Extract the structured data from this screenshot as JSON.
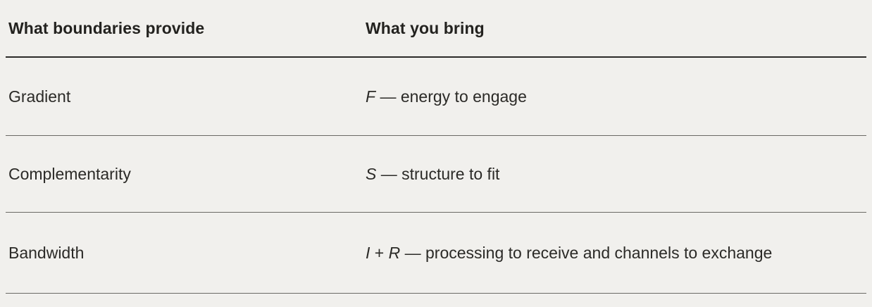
{
  "page": {
    "background_color": "#f1f0ed",
    "text_color": "#2b2a27",
    "header_rule_color": "#2c2b29",
    "row_rule_color": "#6b6965"
  },
  "table": {
    "headers": [
      {
        "label": "What boundaries provide"
      },
      {
        "label": "What you bring"
      }
    ],
    "rows": [
      {
        "provide": "Gradient",
        "bring_var1": "F",
        "bring_joiner": "",
        "bring_var2": "",
        "bring_rest": " — energy to engage"
      },
      {
        "provide": "Complementarity",
        "bring_var1": "S",
        "bring_joiner": "",
        "bring_var2": "",
        "bring_rest": " — structure to fit"
      },
      {
        "provide": "Bandwidth",
        "bring_var1": "I",
        "bring_joiner": " + ",
        "bring_var2": "R",
        "bring_rest": " — processing to receive and channels to exchange"
      }
    ]
  }
}
